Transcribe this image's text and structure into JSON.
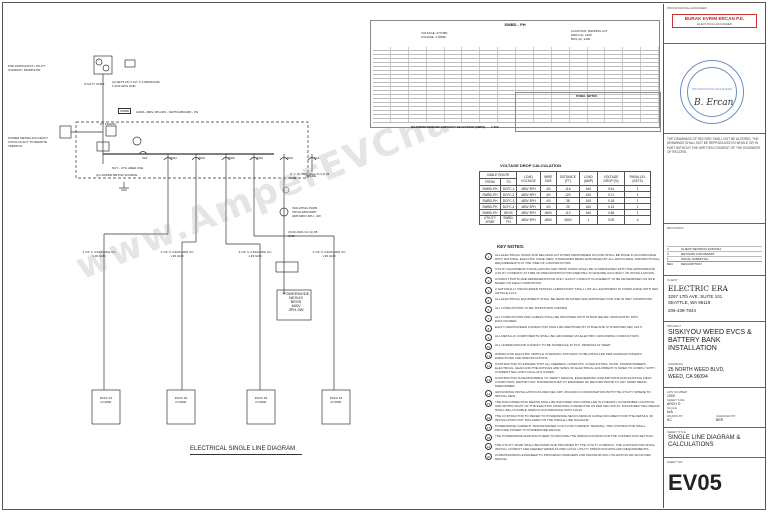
{
  "diagram": {
    "title": "ELECTRICAL SINGLE LINE DIAGRAM",
    "utility_pole": "PSE FROM EXIST. UTILITY COMPANY PADMOUNT",
    "utility_xfmr": "UTILITY XFMR",
    "cond_service": "(4) SETS OF 3 1/2\" C 4 #500KCMIL 1 #1/0 AWG GND",
    "power_meter": "POWER METER ACCURACY 0.5%/0.2S ACT TO REMOTE TERMS IN",
    "ct_label": "CT 1200/5A",
    "main_label": "1200A, 480V, 3PH-4W - SWITCHBOARD - PH",
    "swbd_tag": "SWBD",
    "cabinet_note": "NCT - UTIL ARED USE",
    "meter_note": "(2) HOWER METOR SOURCE",
    "breakers": [
      "70A",
      "200A",
      "200A",
      "200A",
      "200A",
      "200A",
      "60A"
    ],
    "spare": "SPARE",
    "feeder_top": "2\" C (3) #500 AWG CU (1) #4 GND",
    "powernode": {
      "line1": "POWERNODE",
      "line2": "NEXUS",
      "line3": "BESS",
      "line4": "480V",
      "line5": "3PH-3W"
    },
    "disconnect": "ISOLATING XFMR 75KVA 480V/208Y 208V/480V 3PH - 4W",
    "feeder_bess": "(3) #2 AWG CU (1) #8 GND",
    "feeders": [
      "2 1/2\" C 4 #4/0 AWG CU 1 #2 GND",
      "2 1/2\" C 4 #4/0 AWG CU 1 #2 GND",
      "2 1/2\" C 4 #4/0 AWG CU 1 #2 GND",
      "2 1/2\" C 4 #4/0 AWG CU 1 #2 GND"
    ],
    "chargers": [
      {
        "name": "DCFC #1",
        "model": "FC180K"
      },
      {
        "name": "DCFC #2",
        "model": "FC180K"
      },
      {
        "name": "DCFC #3",
        "model": "FC180K"
      },
      {
        "name": "DCFC #4",
        "model": "FC180K"
      }
    ],
    "watermark": "www.AmperEVCharging.com"
  },
  "panel_schedule": {
    "title": "SWBD - PH",
    "voltage": "VOLTAGE: 277/480",
    "phase": "3 PHASE, 4 WIRE",
    "location": "LOCATION: PARKING LOT",
    "main": "MAIN (A): 1200",
    "bus": "BUS (A): 1200",
    "notes_title": "PANEL NOTES",
    "total": "MAXIMUM DEMAND AMPACITY SELECTION (AMPS)",
    "total_val": "1,159"
  },
  "voltage_drop": {
    "title": "VOLTAGE DROP CALCULATION",
    "headers": [
      "FROM",
      "TO",
      "LOAD VOLTAGE",
      "WIRE SIZE",
      "DISTANCE (FT)",
      "LOAD (AMP)",
      "VOLTAGE DROP (%)",
      "PARALLEL (SETS)"
    ],
    "group_header": "CABLE ROUTE",
    "rows": [
      [
        "SWBD-PH",
        "DCFC-1",
        "480V 3PH",
        "4/0",
        "116",
        "160",
        "0.61",
        "1"
      ],
      [
        "SWBD-PH",
        "DCFC-2",
        "480V 3PH",
        "4/0",
        "120",
        "160",
        "0.71",
        "1"
      ],
      [
        "SWBD-PH",
        "DCFC-3",
        "480V 3PH",
        "4/0",
        "38",
        "160",
        "0.18",
        "1"
      ],
      [
        "SWBD-PH",
        "DCFC-4",
        "480V 3PH",
        "4/0",
        "25",
        "160",
        "0.13",
        "1"
      ],
      [
        "SWBD-PH",
        "BESS",
        "480V 3PH",
        "#500",
        "110",
        "160",
        "0.68",
        "1"
      ],
      [
        "UTILITY XFMR",
        "SWBD-PH",
        "480V 3PH",
        "#500",
        "4500",
        "1",
        "0.05",
        "4"
      ]
    ]
  },
  "key_notes": {
    "title": "KEY NOTES:",
    "items": [
      "ALL ELECTRICAL WORK AND RELATED ACTIVITIES PERFORMED ON-SITE SHALL BE DONE IN ACCORDANCE WITH NATIONAL ELECTRIC CODE (NEC) STANDARDS BEING ENFORCED BY ALL APPLICABLE JURISDICTIONAL REQUIREMENTS AT THE TIME OF CONSTRUCTION.",
      "UTILITY EQUIPMENT INSTALLATIONS AND TRIPP WORK SHALL BE COORDINATED WITH THE APPROPRIATE UTILITY COMPANY AT TIME OF PRECONSTRUCTION MEETING TO ENSURE ACCURACY OF INSTALLATIONS.",
      "CONDUIT PATHS ARE REPRESENTATIVE ONLY. EXACT CONDUIT PLACEMENT TO BE DETERMINED ON SITE BASED ON FIELD CONDITIONS.",
      "A NATIONALLY RECOGNIZED TESTING LABORATORY SHALL LIST ALL EQUIPMENT IN COMPLIANCE WITH NEC ARTICLE 110.3.",
      "ALL ELECTRICAL EQUIPMENT SHALL BE NEMA 3R RATED AND APPROVED FOR USE IN WET CONDITIONS.",
      "ALL CONDUCTORS TO BE THHN/THWN COPPER.",
      "ALL CONDUCTORS AND CABLES SHALL BE PROVIDED WITH STRAIN RELIEF UPON ENTRY INTO ENCLOSURES.",
      "EACH UNGROUNDED CONDUCTOR SHALL BE IDENTIFIED BY PHASE AND SYSTEM PER NEC 210.5.",
      "ALL METALLIC COMPONENTS SHALL BE GROUNDED VIA ELECTRIC GROUNDING CONDUCTORS.",
      "ALL UNDERGROUND CONDUIT TO BE SCHEDULE 40 PVC, MINIMUM 24\" DEEP.",
      "WIRING FOR ELECTRIC VEHICLE CHARGING STATIONS TO BE INSTALLED PER MANUFACTURER'S DIRECTIONS AND SPECIFICATIONS.",
      "CONTRACTOR TO ENSURE THAT ALL FEEDERS, CONDUITS, CONDUCTORS, OCPD, TRANSFORMERS, ELECTRICAL GEAR AND THE RATINGS AND SIZES OF ELECTRICAL EQUIPMENT IS SIZED TO COMPLY WITH CURRENT NEC AND LOCAL AHJ CODES.",
      "CONTRACTOR IS RESPONSIBLE TO VERIFY DESIGN, ENGINEERING ASSUMPTIONS AND EXISTING FIELD CONDITIONS. REPORT ANY DISCREPANCIES TO ENGINEER OF RECORD PRIOR TO ANY WORK BEING PERFORMED.",
      "GROUNDING INSTALLATION AS PER NEC ART. 250 AND IN COORDINATION WITH THE UTILITY WHERE TO INSTALL NEW.",
      "THE DISCONNECTING MEANS SHALL BE PROVIDED AND INSTALLED IN A READILY ACCESSIBLE LOCATION AND WITHIN SIGHT OF THE ELECTRIC CHARGING CONNECTOR AS PER NEC 625.43. DISCONNECTING MEANS SHALL BE LOCKABLE OPEN IN ACCORDANCE WITH 110.25.",
      "THE CONTRACTOR TO REFER TO POWERNODE NEXUS DESIGN GUIDE DOCUMENT FOR THE DETAILS OF INSTALLATION NOT INCLUDED ON THE SINGLE LINE DIAGRAM.",
      "POWERNODE CURRENT TRANSFORMER COILS FOR CURRENT SENSING. THE CONTRACTOR SHALL PROVIDE POWER TO POWERNODE DEVICE.",
      "THE POWERNODE MANUFACTURER TO PROVIDE THE SPECIFICATIONS FOR THE CONNECTION SETTING.",
      "THE UTILITY XFMR SHALL BE RATED AND PROVIDED BY THE UTILITY COMPANY. THE CONTRACTOR SHALL INSTALL CONDUIT AND FEEDER WIRES AS PER LOCAL UTILITY SPECIFICATIONS AND REQUIREMENTS.",
      "COMMISSIONING ENGINEER TO PROGRAM CHARGERS FOR MAXIMUM 60% UTILIZATION OR 96 KW PER DEVICE."
    ]
  },
  "title_block": {
    "engineer_label": "PROFESSIONAL ENGINEER",
    "firm": "BURAK EVRIM ERCAN P.E.",
    "firm_sub": "ELECTRICAL ENGINEER",
    "seal_text": "PROFESSIONAL ENGINEER",
    "signature": "B. Ercan",
    "disclaimer": "THE DRAWINGS OF RECORD SHALL NOT BE ALTERED. THE DRAWINGS SHALL NOT BE REPRODUCED IN WHOLE OR IN PART WITHOUT THE WRITTEN CONSENT OF THE ENGINEER OF RECORD.",
    "revisions_label": "REVISIONS",
    "rev_rows": [
      {
        "rev": "3",
        "desc": "CLIENT REVISION 2/25/2024"
      },
      {
        "rev": "2",
        "desc": "REVISION FOR PERMIT"
      },
      {
        "rev": "1",
        "desc": "INITIAL SUBMITTAL"
      }
    ],
    "rev_head": [
      "REV",
      "DESCRIPTION"
    ],
    "client_label": "CLIENT",
    "company": "ELECTRIC ERA",
    "address1": "3257 17th AVE. SUITE 101",
    "address2": "SEATTLE, WA 98119",
    "phone": "206-439-7844",
    "project_label": "PROJECT",
    "project_name": "SISKIYOU WEED EVCS & BATTERY BANK INSTALLATION",
    "project_addr_label": "ADDRESS:",
    "project_addr1": "25 NORTH WEED BLVD,",
    "project_addr2": "WEED, CA 96094",
    "info": [
      {
        "k": "APN NUMBER",
        "v": "1000"
      },
      {
        "k": "SHEET SIZE",
        "v": "ARCH D"
      },
      {
        "k": "SCALE",
        "v": "N/A"
      },
      {
        "k": "DRAWN BY",
        "v": "KC"
      },
      {
        "k": "CHECKED BY",
        "v": "BER"
      }
    ],
    "sheet_title_label": "SHEET TITLE",
    "sheet_title": "SINGLE LINE DIAGRAM & CALCULATIONS",
    "sheet_no_label": "SHEET NO.",
    "sheet_no": "EV05"
  }
}
